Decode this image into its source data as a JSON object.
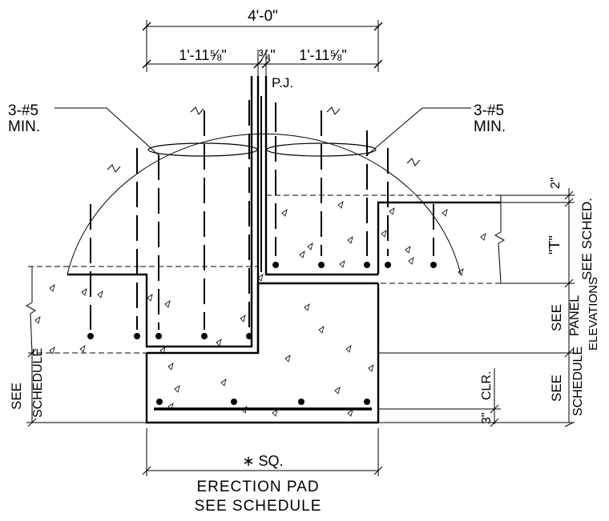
{
  "dimensions": {
    "overall": "4'-0\"",
    "left_half": "1'-11⅝\"",
    "gap": "¾\"",
    "right_half": "1'-11⅝\""
  },
  "labels": {
    "pj": "P.J.",
    "rebar_left_top": "3-#5",
    "rebar_left_bottom": "MIN.",
    "rebar_right_top": "3-#5",
    "rebar_right_bottom": "MIN.",
    "two_inch": "2\"",
    "t_dim": "\"T\"",
    "see_sched": "SEE SCHED.",
    "see": "SEE",
    "panel": "PANEL",
    "elevations": "ELEVATIONS",
    "see_schedule_right_1": "SEE",
    "see_schedule_right_2": "SCHEDULE",
    "see_schedule_left_1": "SEE",
    "see_schedule_left_2": "SCHEDULE",
    "clr": "CLR.",
    "three_inch": "3\"",
    "sq": "∗ SQ.",
    "erection_pad": "ERECTION PAD",
    "see_schedule_bottom": "SEE SCHEDULE"
  }
}
